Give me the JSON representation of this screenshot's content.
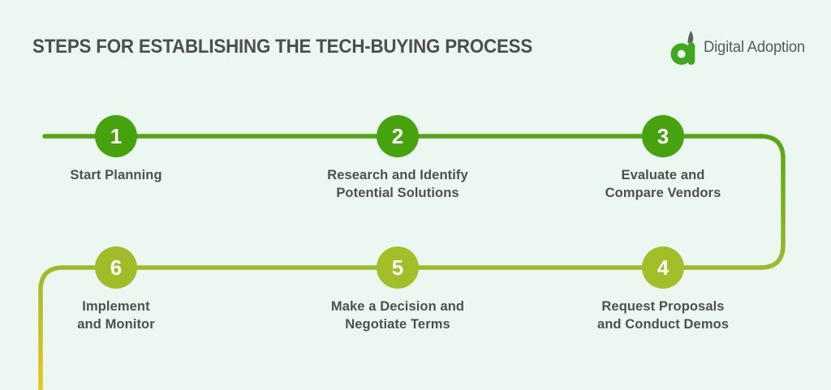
{
  "title": "STEPS FOR ESTABLISHING THE TECH-BUYING PROCESS",
  "logo": {
    "name": "Digital Adoption",
    "icon": "digital-adoption-mark"
  },
  "steps": [
    {
      "number": "1",
      "label": "Start Planning",
      "color": "#47a30d"
    },
    {
      "number": "2",
      "label": "Research and Identify\nPotential Solutions",
      "color": "#47a30d"
    },
    {
      "number": "3",
      "label": "Evaluate and\nCompare Vendors",
      "color": "#47a30d"
    },
    {
      "number": "4",
      "label": "Request Proposals\nand Conduct Demos",
      "color": "#a3bf27"
    },
    {
      "number": "5",
      "label": "Make a Decision and\nNegotiate Terms",
      "color": "#a3bf27"
    },
    {
      "number": "6",
      "label": "Implement\nand Monitor",
      "color": "#a0bd27"
    }
  ],
  "colors": {
    "background": "#edf7f1",
    "row1_line": "#53a70e",
    "row2_line": "#9dbb28",
    "tail_yellow": "#eac51d",
    "logo_green": "#3fa81e",
    "logo_leaf_gray": "#5f6160",
    "title_text": "#4c4f4c",
    "label_text": "#4e504f"
  }
}
